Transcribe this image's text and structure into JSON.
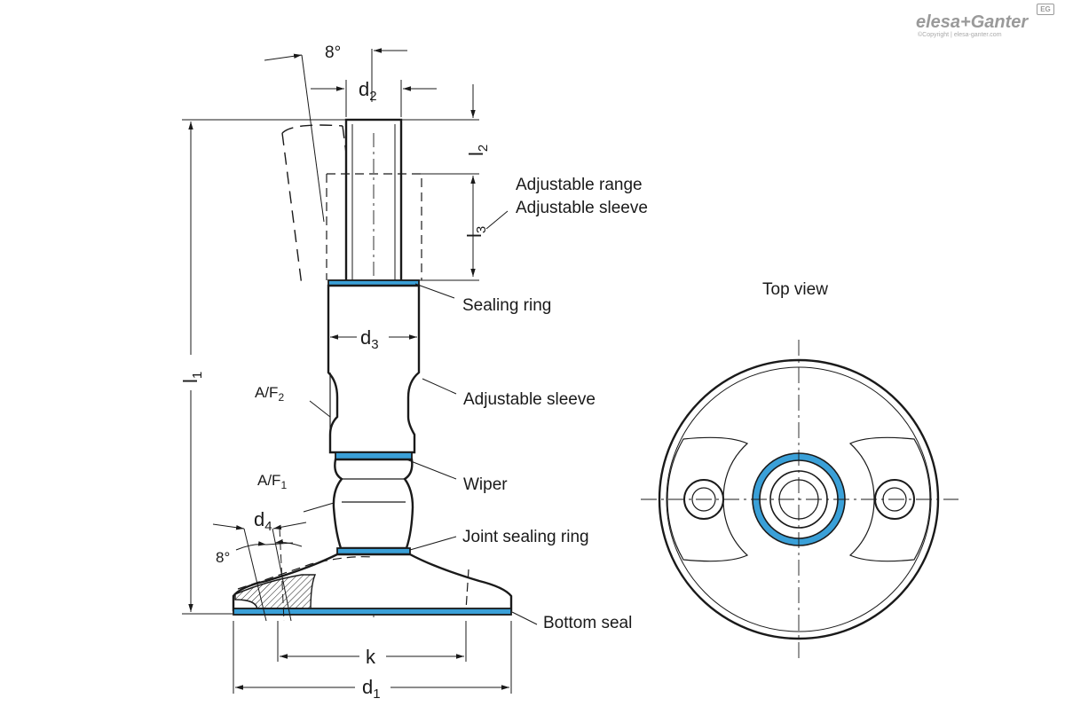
{
  "brand": {
    "logo_text": "elesa+Ganter",
    "copyright": "©Copyright | elesa-ganter.com",
    "mark": "EG"
  },
  "dimensions": {
    "angle_top": "8°",
    "d2": {
      "base": "d",
      "sub": "2"
    },
    "l2": {
      "base": "l",
      "sub": "2"
    },
    "l3": {
      "base": "l",
      "sub": "3"
    },
    "d3": {
      "base": "d",
      "sub": "3"
    },
    "l1": {
      "base": "l",
      "sub": "1"
    },
    "af2": {
      "base": "A/F",
      "sub": "2"
    },
    "af1": {
      "base": "A/F",
      "sub": "1"
    },
    "d4": {
      "base": "d",
      "sub": "4"
    },
    "angle_bottom": "8°",
    "k": "k",
    "d1": {
      "base": "d",
      "sub": "1"
    }
  },
  "callouts": {
    "adjustable_range": "Adjustable range",
    "adjustable_sleeve_top": "Adjustable sleeve",
    "sealing_ring": "Sealing ring",
    "adjustable_sleeve": "Adjustable sleeve",
    "wiper": "Wiper",
    "joint_sealing_ring": "Joint sealing ring",
    "bottom_seal": "Bottom seal",
    "top_view": "Top view"
  },
  "colors": {
    "seal_blue": "#3aa0d8",
    "line": "#1a1a1a"
  }
}
